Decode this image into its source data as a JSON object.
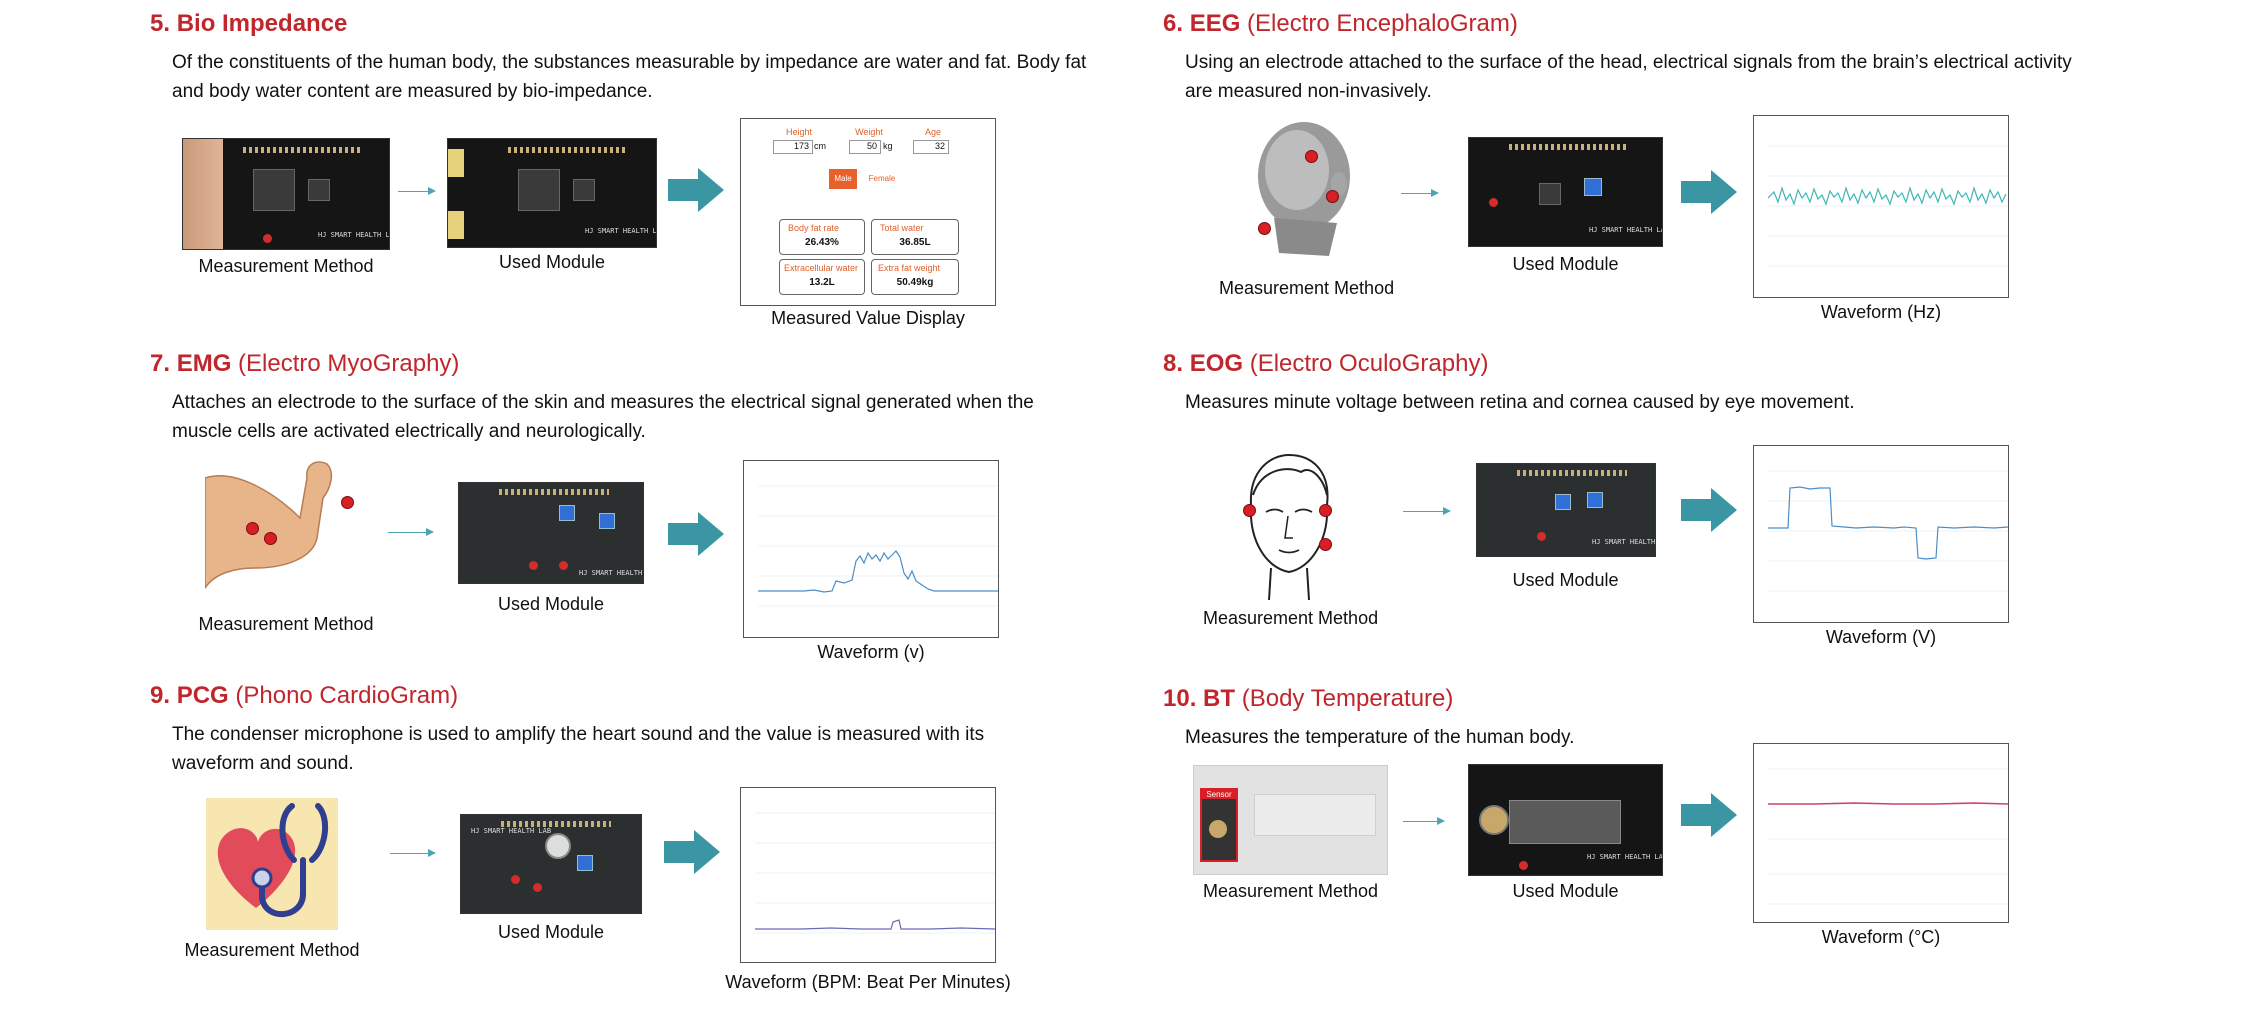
{
  "colors": {
    "title_red": "#c0262c",
    "teal": "#3a96a3",
    "marker_red": "#d81f26",
    "wave_blue": "#4a8fc8",
    "wave_teal": "#3fb6b8",
    "wave_red": "#d04060",
    "bio_orange": "#e0612b"
  },
  "sections": {
    "bio": {
      "num": "5.",
      "name": "Bio Impedance",
      "desc_1": "Of the constituents of the human body, the substances measurable by impedance are water and fat. Body fat",
      "desc_2": "and body water content are measured by bio-impedance.",
      "cap_method": "Measurement Method",
      "cap_module": "Used Module",
      "cap_display": "Measured Value Display",
      "display": {
        "height_label": "Height",
        "weight_label": "Weight",
        "age_label": "Age",
        "height_value": "173",
        "height_unit": "cm",
        "weight_value": "50",
        "weight_unit": "kg",
        "age_value": "32",
        "male": "Male",
        "female": "Female",
        "fat_label": "Body fat rate",
        "fat_value": "26.43%",
        "water_label": "Total water",
        "water_value": "36.85L",
        "ecw_label": "Extracellular water",
        "ecw_value": "13.2L",
        "efw_label": "Extra fat weight",
        "efw_value": "50.49kg"
      }
    },
    "eeg": {
      "num": "6.",
      "abbr": "EEG",
      "full": "(Electro EncephaloGram)",
      "desc_1": "Using an electrode attached to the surface of the head, electrical signals from the brain’s electrical activity",
      "desc_2": "are measured non-invasively.",
      "cap_method": "Measurement Method",
      "cap_module": "Used Module",
      "cap_wave": "Waveform (Hz)"
    },
    "emg": {
      "num": "7.",
      "abbr": "EMG",
      "full": "(Electro MyoGraphy)",
      "desc_1": "Attaches an electrode to the surface of the skin and measures the electrical signal generated when the",
      "desc_2": "muscle cells are activated electrically and neurologically.",
      "cap_method": "Measurement Method",
      "cap_module": "Used Module",
      "cap_wave": "Waveform (v)"
    },
    "eog": {
      "num": "8.",
      "abbr": "EOG",
      "full": "(Electro OculoGraphy)",
      "desc_1": "Measures minute voltage between retina and cornea caused by eye movement.",
      "cap_method": "Measurement Method",
      "cap_module": "Used Module",
      "cap_wave": "Waveform (V)"
    },
    "pcg": {
      "num": "9.",
      "abbr": "PCG",
      "full": "(Phono CardioGram)",
      "desc_1": "The condenser microphone is used to amplify the heart sound and the value is measured with its",
      "desc_2": "waveform and sound.",
      "cap_method": "Measurement Method",
      "cap_module": "Used Module",
      "cap_wave": "Waveform (BPM: Beat Per Minutes)"
    },
    "bt": {
      "num": "10.",
      "abbr": "BT",
      "full": "(Body Temperature)",
      "desc_1": "Measures the temperature of the human body.",
      "cap_method": "Measurement Method",
      "cap_module": "Used Module",
      "cap_wave": "Waveform (°C)",
      "sensor_label": "Sensor"
    }
  },
  "pcb_label": "HJ SMART HEALTH LAB",
  "icons": [
    "thin-arrow-icon",
    "big-arrow-icon",
    "electrode-marker-icon",
    "head-icon",
    "arm-icon",
    "face-icon",
    "heart-stethoscope-icon",
    "pcb-module-icon",
    "waveform-chart-icon"
  ]
}
